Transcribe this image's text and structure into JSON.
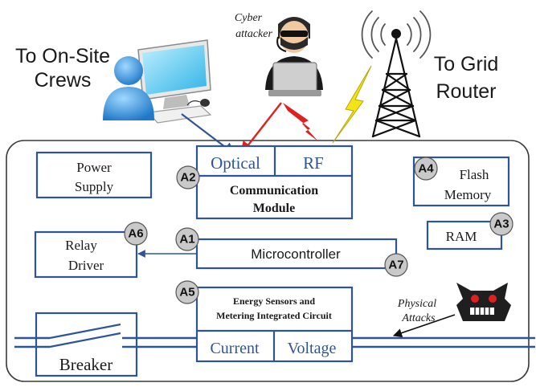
{
  "external": {
    "crews_label_line1": "To On-Site",
    "crews_label_line2": "Crews",
    "attacker_label_line1": "Cyber",
    "attacker_label_line2": "attacker",
    "router_label_line1": "To Grid",
    "router_label_line2": "Router",
    "physical_label_line1": "Physical",
    "physical_label_line2": "Attacks"
  },
  "blocks": {
    "power_supply_line1": "Power",
    "power_supply_line2": "Supply",
    "comm_optical": "Optical",
    "comm_rf": "RF",
    "comm_title_line1": "Communication",
    "comm_title_line2": "Module",
    "flash_line1": "Flash",
    "flash_line2": "Memory",
    "ram": "RAM",
    "relay_line1": "Relay",
    "relay_line2": "Driver",
    "microcontroller": "Microcontroller",
    "energy_line1": "Energy Sensors and",
    "energy_line2": "Metering Integrated Circuit",
    "current": "Current",
    "voltage": "Voltage",
    "breaker": "Breaker"
  },
  "badges": {
    "a1": "A1",
    "a2": "A2",
    "a3": "A3",
    "a4": "A4",
    "a5": "A5",
    "a6": "A6",
    "a7": "A7"
  },
  "icons": {
    "crew": "crew-computer-icon",
    "attacker": "cyber-attacker-icon",
    "tower": "radio-tower-icon",
    "device": "malicious-device-icon",
    "lightning": "lightning-bolt-icon"
  },
  "colors": {
    "block_border": "#2e5597",
    "attack_red": "#e02020",
    "bolt_yellow": "#f2e416",
    "badge_fill": "#c9c9c9"
  }
}
